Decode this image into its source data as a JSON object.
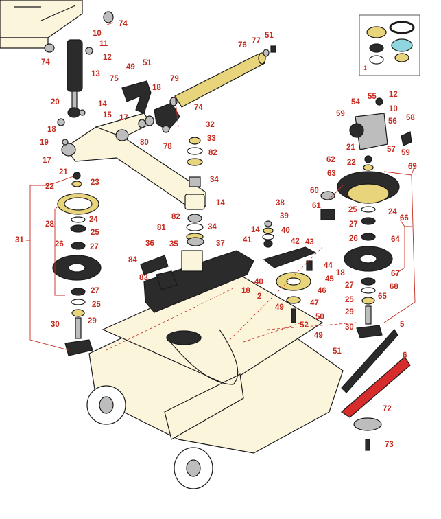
{
  "diagram": {
    "callouts": [
      {
        "id": "c74a",
        "text": "74"
      },
      {
        "id": "c74b",
        "text": "74"
      },
      {
        "id": "c74c",
        "text": "74"
      },
      {
        "id": "c10a",
        "text": "10"
      },
      {
        "id": "c11",
        "text": "11"
      },
      {
        "id": "c12a",
        "text": "12"
      },
      {
        "id": "c13",
        "text": "13"
      },
      {
        "id": "c20",
        "text": "20"
      },
      {
        "id": "c14a",
        "text": "14"
      },
      {
        "id": "c15",
        "text": "15"
      },
      {
        "id": "c18a",
        "text": "18"
      },
      {
        "id": "c19",
        "text": "19"
      },
      {
        "id": "c17a",
        "text": "17"
      },
      {
        "id": "c17b",
        "text": "17"
      },
      {
        "id": "c75",
        "text": "75"
      },
      {
        "id": "c49a",
        "text": "49"
      },
      {
        "id": "c51a",
        "text": "51"
      },
      {
        "id": "c18b",
        "text": "18"
      },
      {
        "id": "c79",
        "text": "79"
      },
      {
        "id": "c80",
        "text": "80"
      },
      {
        "id": "c78",
        "text": "78"
      },
      {
        "id": "c76",
        "text": "76"
      },
      {
        "id": "c77",
        "text": "77"
      },
      {
        "id": "c51b",
        "text": "51"
      },
      {
        "id": "c32",
        "text": "32"
      },
      {
        "id": "c33",
        "text": "33"
      },
      {
        "id": "c82a",
        "text": "82"
      },
      {
        "id": "c34a",
        "text": "34"
      },
      {
        "id": "c14b",
        "text": "14"
      },
      {
        "id": "c82b",
        "text": "82"
      },
      {
        "id": "c34b",
        "text": "34"
      },
      {
        "id": "c81",
        "text": "81"
      },
      {
        "id": "c21a",
        "text": "21"
      },
      {
        "id": "c22a",
        "text": "22"
      },
      {
        "id": "c23",
        "text": "23"
      },
      {
        "id": "c31",
        "text": "31"
      },
      {
        "id": "c28",
        "text": "28"
      },
      {
        "id": "c24a",
        "text": "24"
      },
      {
        "id": "c25a",
        "text": "25"
      },
      {
        "id": "c26a",
        "text": "26"
      },
      {
        "id": "c27a",
        "text": "27"
      },
      {
        "id": "c27b",
        "text": "27"
      },
      {
        "id": "c25b",
        "text": "25"
      },
      {
        "id": "c29a",
        "text": "29"
      },
      {
        "id": "c30a",
        "text": "30"
      },
      {
        "id": "c36",
        "text": "36"
      },
      {
        "id": "c35",
        "text": "35"
      },
      {
        "id": "c37",
        "text": "37"
      },
      {
        "id": "c84",
        "text": "84"
      },
      {
        "id": "c83",
        "text": "83"
      },
      {
        "id": "c18c",
        "text": "18"
      },
      {
        "id": "c2",
        "text": "2"
      },
      {
        "id": "c40a",
        "text": "40"
      },
      {
        "id": "c38",
        "text": "38"
      },
      {
        "id": "c39",
        "text": "39"
      },
      {
        "id": "c14c",
        "text": "14"
      },
      {
        "id": "c40b",
        "text": "40"
      },
      {
        "id": "c41",
        "text": "41"
      },
      {
        "id": "c42",
        "text": "42"
      },
      {
        "id": "c43",
        "text": "43"
      },
      {
        "id": "c44",
        "text": "44"
      },
      {
        "id": "c45",
        "text": "45"
      },
      {
        "id": "c46",
        "text": "46"
      },
      {
        "id": "c47",
        "text": "47"
      },
      {
        "id": "c49b",
        "text": "49"
      },
      {
        "id": "c50",
        "text": "50"
      },
      {
        "id": "c52",
        "text": "52"
      },
      {
        "id": "c49c",
        "text": "49"
      },
      {
        "id": "c51c",
        "text": "51"
      },
      {
        "id": "c55",
        "text": "55"
      },
      {
        "id": "c12b",
        "text": "12"
      },
      {
        "id": "c54",
        "text": "54"
      },
      {
        "id": "c10b",
        "text": "10"
      },
      {
        "id": "c59a",
        "text": "59"
      },
      {
        "id": "c56",
        "text": "56"
      },
      {
        "id": "c58",
        "text": "58"
      },
      {
        "id": "c21b",
        "text": "21"
      },
      {
        "id": "c57",
        "text": "57"
      },
      {
        "id": "c59b",
        "text": "59"
      },
      {
        "id": "c69",
        "text": "69"
      },
      {
        "id": "c22b",
        "text": "22"
      },
      {
        "id": "c62",
        "text": "62"
      },
      {
        "id": "c63",
        "text": "63"
      },
      {
        "id": "c60",
        "text": "60"
      },
      {
        "id": "c61",
        "text": "61"
      },
      {
        "id": "c25c",
        "text": "25"
      },
      {
        "id": "c24b",
        "text": "24"
      },
      {
        "id": "c66",
        "text": "66"
      },
      {
        "id": "c27c",
        "text": "27"
      },
      {
        "id": "c26b",
        "text": "26"
      },
      {
        "id": "c64",
        "text": "64"
      },
      {
        "id": "c18d",
        "text": "18"
      },
      {
        "id": "c67",
        "text": "67"
      },
      {
        "id": "c27d",
        "text": "27"
      },
      {
        "id": "c68",
        "text": "68"
      },
      {
        "id": "c65",
        "text": "65"
      },
      {
        "id": "c25d",
        "text": "25"
      },
      {
        "id": "c29b",
        "text": "29"
      },
      {
        "id": "c30b",
        "text": "30"
      },
      {
        "id": "c5",
        "text": "5"
      },
      {
        "id": "c6",
        "text": "6"
      },
      {
        "id": "c72",
        "text": "72"
      },
      {
        "id": "c73",
        "text": "73"
      }
    ],
    "inset": {
      "label": "1"
    }
  }
}
